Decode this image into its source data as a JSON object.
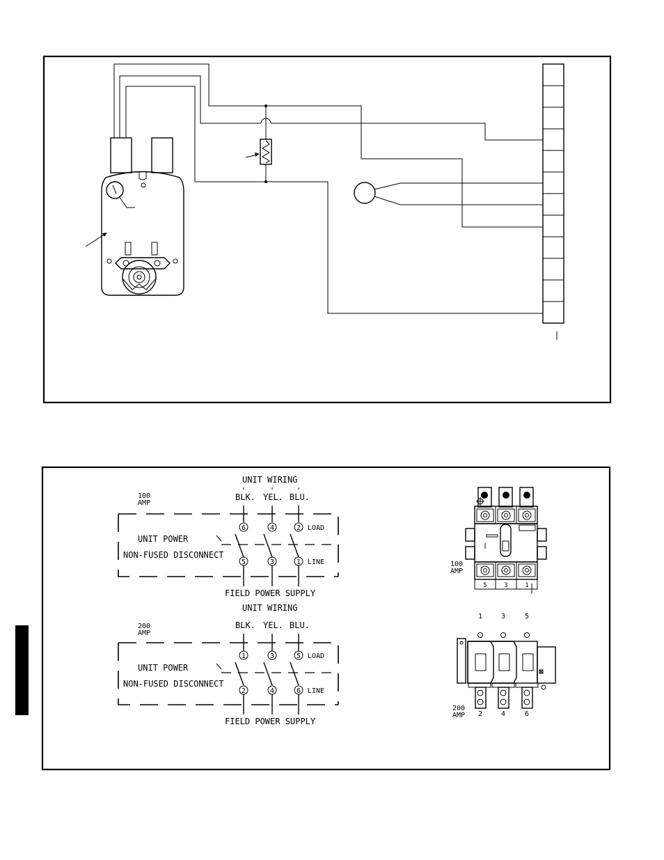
{
  "disconnect_100": {
    "amp_value": "100",
    "amp_unit": "AMP",
    "unit_wiring": "UNIT WIRING",
    "wire_colors": [
      "BLK.",
      "YEL.",
      "BLU."
    ],
    "load_terminals": [
      "6",
      "4",
      "2"
    ],
    "line_terminals": [
      "5",
      "3",
      "1"
    ],
    "load_label": "LOAD",
    "line_label": "LINE",
    "unit_power": "UNIT POWER",
    "non_fused": "NON-FUSED DISCONNECT",
    "field_power": "FIELD POWER SUPPLY"
  },
  "disconnect_200": {
    "amp_value": "200",
    "amp_unit": "AMP",
    "unit_wiring": "UNIT WIRING",
    "wire_colors": [
      "BLK.",
      "YEL.",
      "BLU."
    ],
    "load_terminals": [
      "1",
      "3",
      "5"
    ],
    "line_terminals": [
      "2",
      "4",
      "6"
    ],
    "load_label": "LOAD",
    "line_label": "LINE",
    "unit_power": "UNIT POWER",
    "non_fused": "NON-FUSED DISCONNECT",
    "field_power": "FIELD POWER SUPPLY"
  },
  "switch_100": {
    "amp_value": "100",
    "amp_unit": "AMP",
    "bottom_numbers": [
      "5",
      "3",
      "1"
    ]
  },
  "switch_200": {
    "amp_value": "200",
    "amp_unit": "AMP",
    "top_numbers": [
      "1",
      "3",
      "5"
    ],
    "bottom_numbers": [
      "2",
      "4",
      "6"
    ]
  }
}
